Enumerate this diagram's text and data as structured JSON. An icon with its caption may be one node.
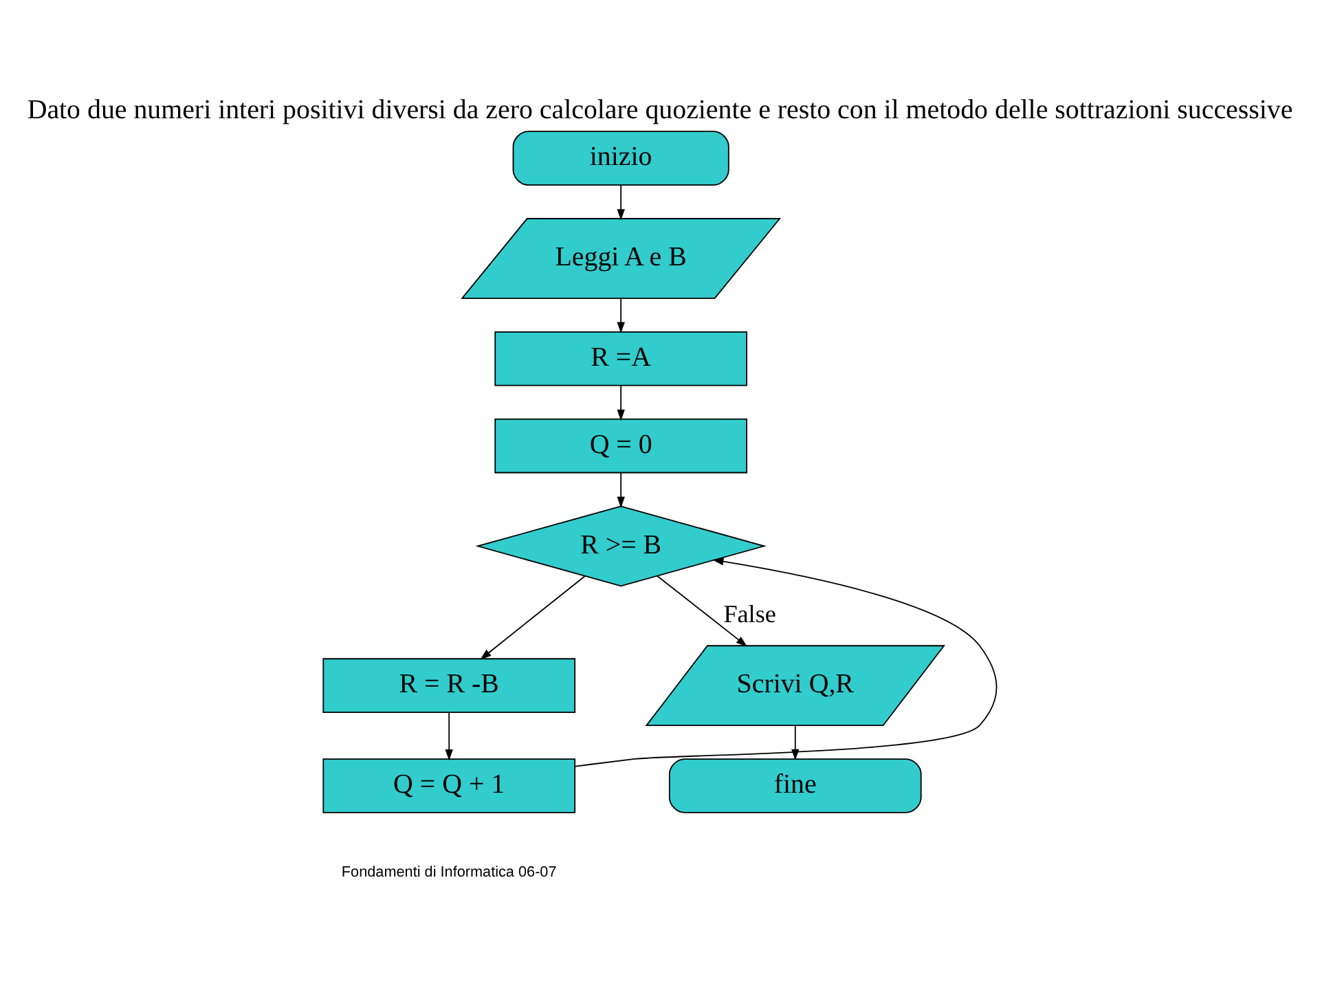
{
  "diagram": {
    "title": "Dato due numeri interi positivi diversi da zero calcolare quoziente e resto con il metodo delle sottrazioni successive",
    "nodes": [
      {
        "text": [
          "inizio"
        ]
      },
      {
        "text": [
          "Leggi A e B"
        ]
      },
      {
        "text": [
          "R =A"
        ]
      },
      {
        "text": [
          "Q = 0"
        ]
      },
      {
        "text": [
          "R >= B"
        ]
      },
      {
        "text": [
          "R = R -B"
        ]
      },
      {
        "text": [
          "Q = Q + 1"
        ]
      },
      {
        "text": [
          "Scrivi Q,R"
        ]
      },
      {
        "text": [
          "fine"
        ]
      }
    ],
    "edges": [
      {
        "from": 0,
        "to": 1,
        "arrow": "to"
      },
      {
        "from": 1,
        "to": 2,
        "arrow": "to"
      },
      {
        "from": 2,
        "to": 3,
        "arrow": "to"
      },
      {
        "from": 3,
        "to": 4,
        "arrow": "to"
      },
      {
        "from": 4,
        "to": 5,
        "arrow": "to"
      },
      {
        "from": 4,
        "to": 7,
        "arrow": "to",
        "label": "False"
      },
      {
        "from": 5,
        "to": 6,
        "arrow": "to"
      },
      {
        "from": 6,
        "to": 4,
        "arrow": "to"
      },
      {
        "from": 7,
        "to": 8,
        "arrow": "to"
      }
    ],
    "labels": [
      "Fondamenti di Informatica 06-07"
    ]
  }
}
